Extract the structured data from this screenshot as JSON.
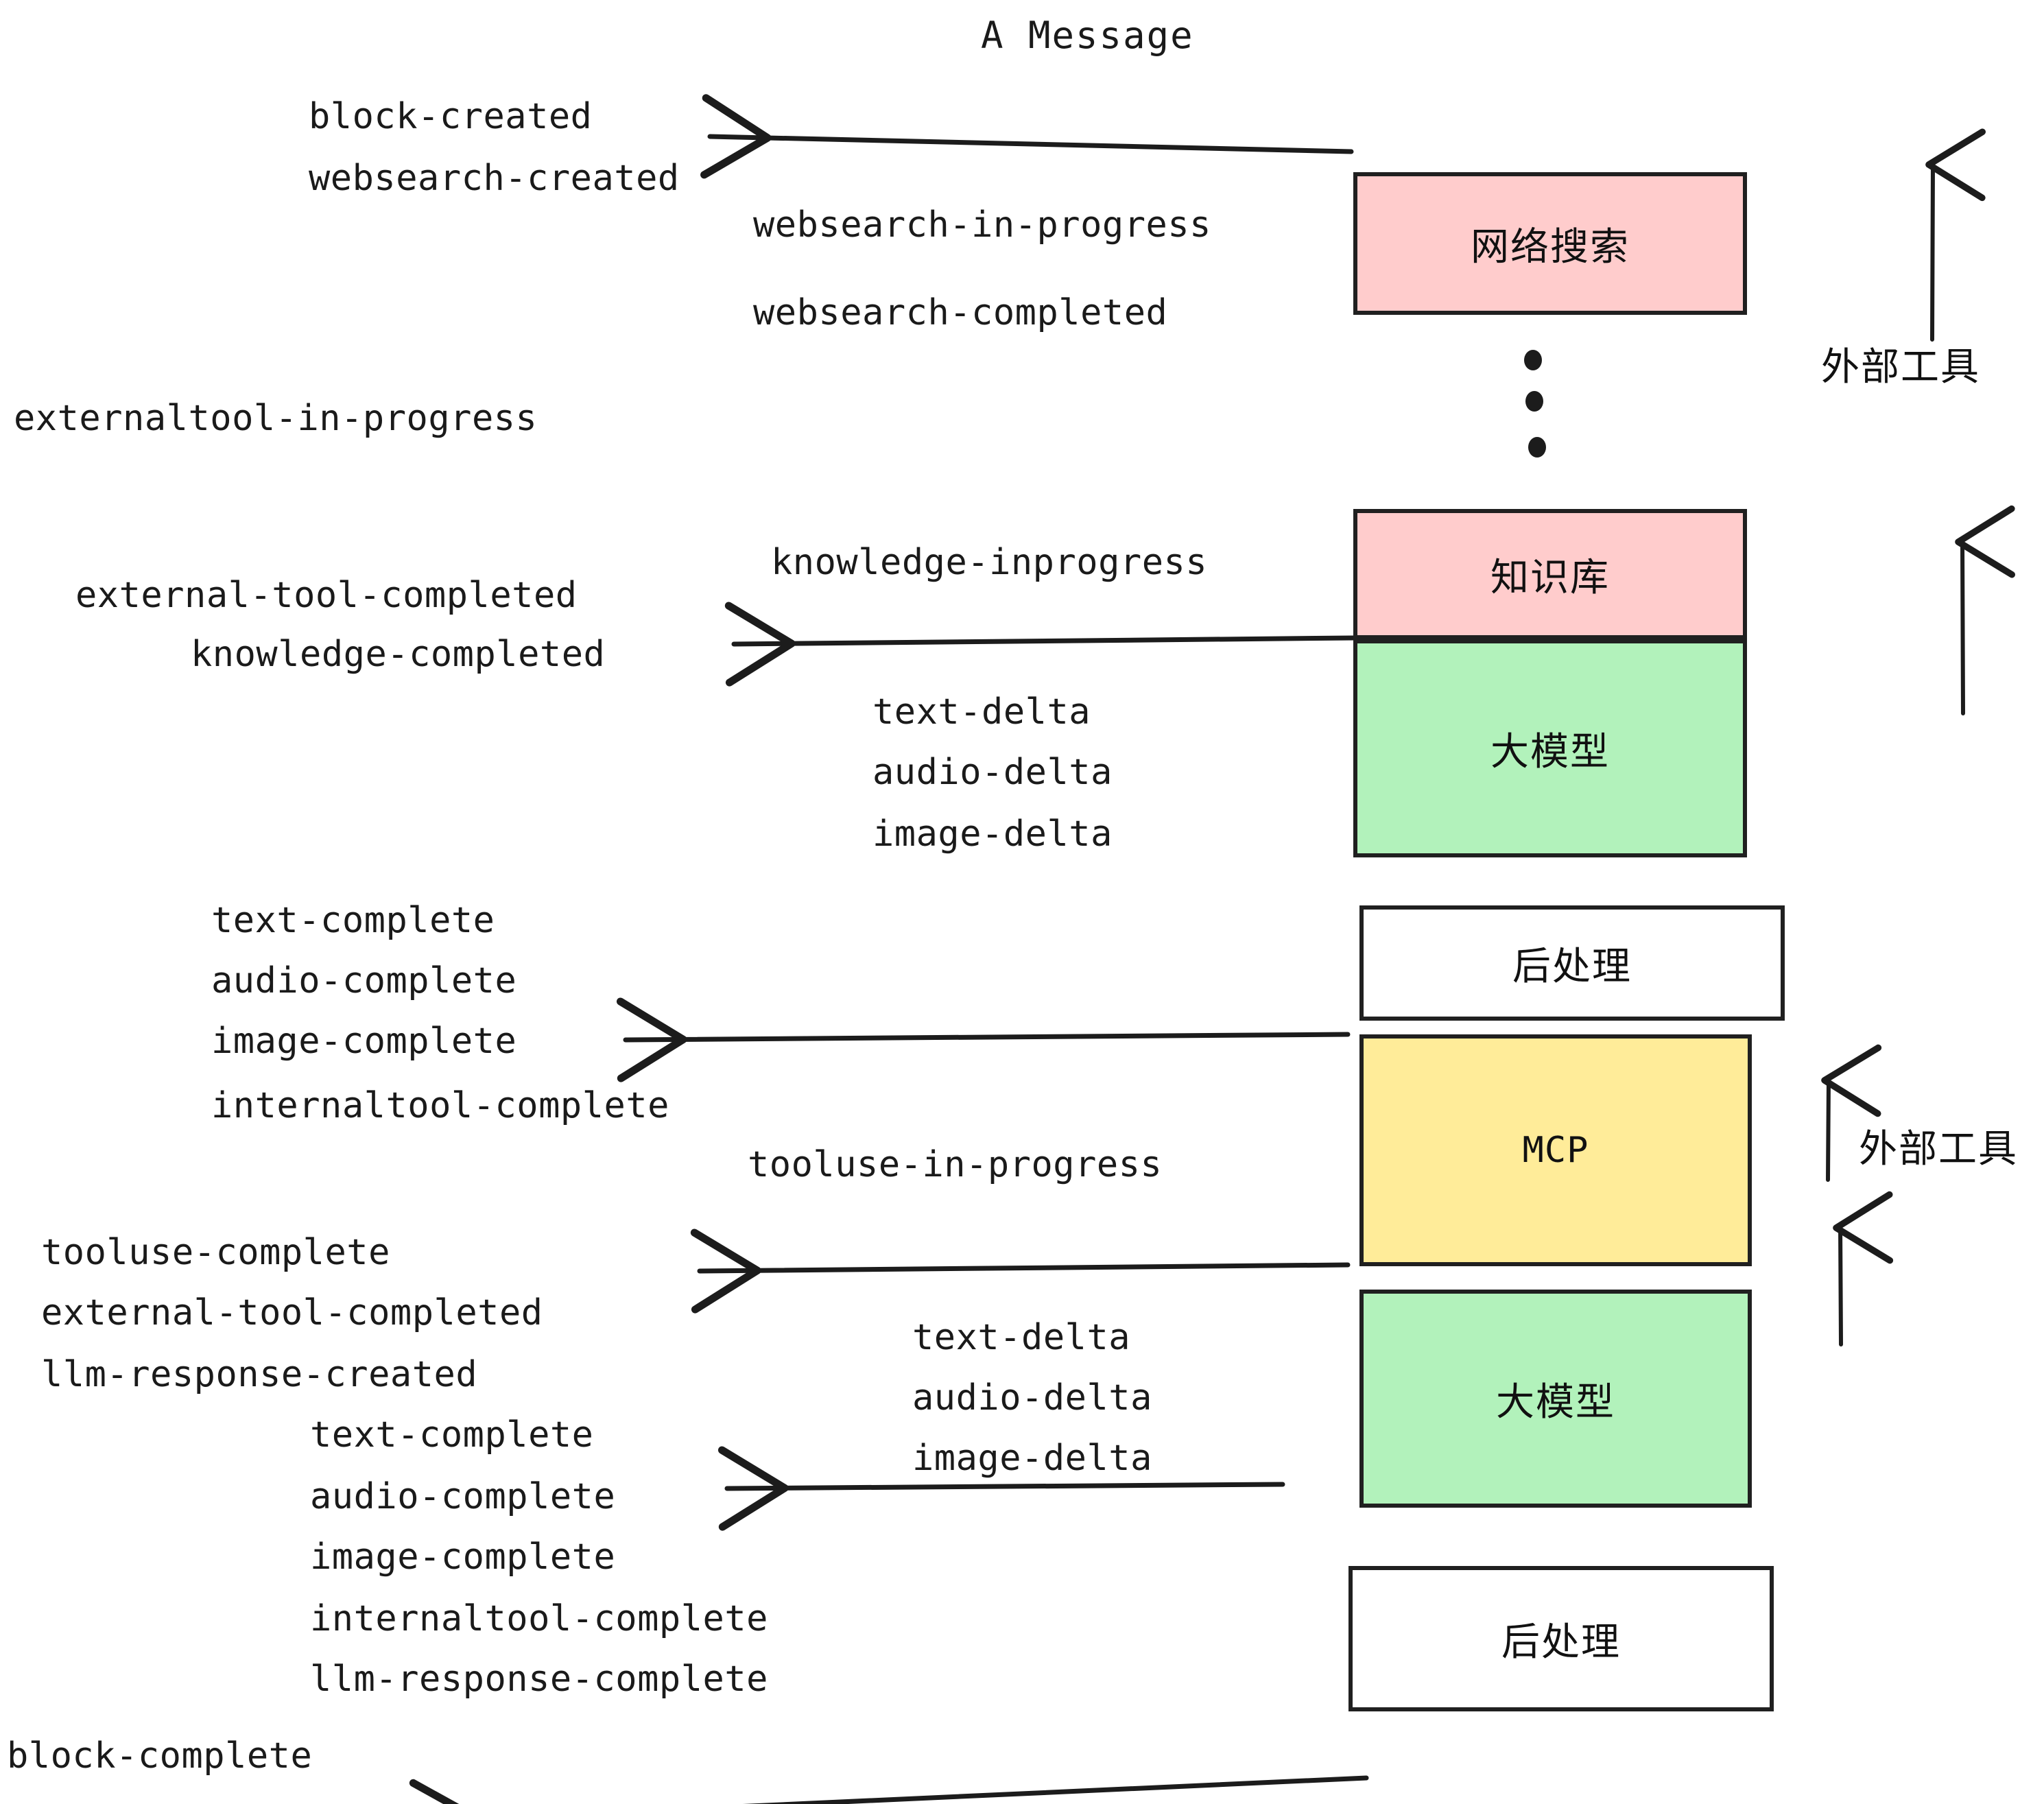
{
  "title": "A Message",
  "boxes": [
    {
      "id": "websearch",
      "label": "网络搜索",
      "color": "#ffcccc"
    },
    {
      "id": "knowledge",
      "label": "知识库",
      "color": "#ffcccc"
    },
    {
      "id": "llm-1",
      "label": "大模型",
      "color": "#b2f2bb"
    },
    {
      "id": "postprocess-1",
      "label": "后处理",
      "color": "#ffffff"
    },
    {
      "id": "mcp",
      "label": "MCP",
      "color": "#ffec99"
    },
    {
      "id": "llm-2",
      "label": "大模型",
      "color": "#b2f2bb"
    },
    {
      "id": "postprocess-2",
      "label": "后处理",
      "color": "#ffffff"
    }
  ],
  "side_labels": {
    "external_tools_top": "外部工具",
    "external_tools_bottom": "外部工具"
  },
  "events": {
    "block_created": "block-created",
    "websearch_created": "websearch-created",
    "websearch_in_progress": "websearch-in-progress",
    "websearch_completed": "websearch-completed",
    "externaltool_in_progress": "externaltool-in-progress",
    "knowledge_inprogress": "knowledge-inprogress",
    "external_tool_completed_1": "external-tool-completed",
    "knowledge_completed": "knowledge-completed",
    "text_delta_1": "text-delta",
    "audio_delta_1": "audio-delta",
    "image_delta_1": "image-delta",
    "text_complete_1": "text-complete",
    "audio_complete_1": "audio-complete",
    "image_complete_1": "image-complete",
    "internaltool_complete_1": "internaltool-complete",
    "tooluse_in_progress": "tooluse-in-progress",
    "tooluse_complete": "tooluse-complete",
    "external_tool_completed_2": "external-tool-completed",
    "llm_response_created": "llm-response-created",
    "text_delta_2": "text-delta",
    "audio_delta_2": "audio-delta",
    "image_delta_2": "image-delta",
    "text_complete_2": "text-complete",
    "audio_complete_2": "audio-complete",
    "image_complete_2": "image-complete",
    "internaltool_complete_2": "internaltool-complete",
    "llm_response_complete": "llm-response-complete",
    "block_complete": "block-complete"
  },
  "colors": {
    "stroke": "#202020",
    "text": "#1a1a1a",
    "pink": "#ffcccc",
    "green": "#b2f2bb",
    "yellow": "#ffec99",
    "white": "#ffffff"
  }
}
